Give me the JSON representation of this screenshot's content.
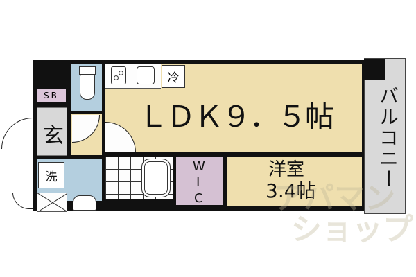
{
  "floorplan": {
    "rooms": {
      "ldk": {
        "label": "ＬＤＫ９．５帖"
      },
      "western_room": {
        "label_line1": "洋室",
        "label_line2": "3.4帖"
      },
      "wic": {
        "label_w": "W",
        "label_i": "I",
        "label_c": "C"
      },
      "balcony": {
        "label": "バルコニー"
      },
      "entrance": {
        "label": "玄"
      },
      "shoe_box": {
        "label": "SB"
      },
      "washer": {
        "label": "洗"
      },
      "fridge": {
        "label": "冷"
      }
    },
    "watermark": {
      "line1": "アパマン",
      "line2": "ショップ"
    },
    "colors": {
      "ldk": "#efdfae",
      "wet_area": "#b4cfdf",
      "wic": "#d5c1d3",
      "balcony": "#d9d9d9",
      "wall": "#111111"
    }
  }
}
